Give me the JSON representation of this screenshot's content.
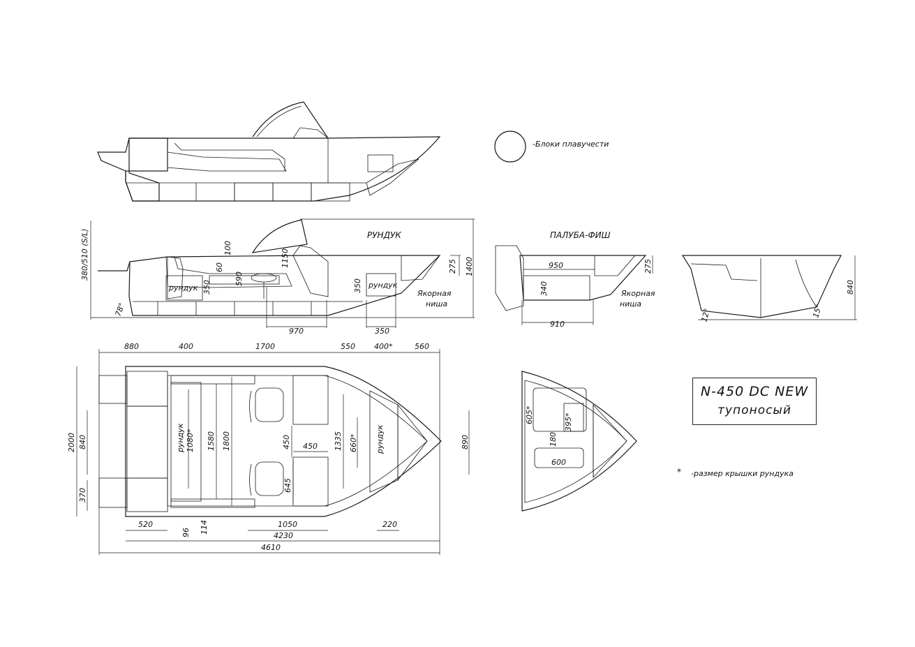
{
  "colors": {
    "orange": "#e0a21a",
    "brown": "#a9310c",
    "mint": "#c8f0c6",
    "cyan": "#39e0f0",
    "gray": "#bdbdbd",
    "light_gray": "#e6e6e6",
    "blue_seat": "#6fa8ea"
  },
  "title": {
    "model": "N-450 DC NEW",
    "variant": "тупоносый"
  },
  "legend": {
    "buoyancy_blocks": "-Блоки плавучести"
  },
  "footnote": {
    "star": "*",
    "text": "-размер крышки рундука"
  },
  "section_labels": {
    "rundyk_top": "РУНДУК",
    "paluba_fish": "ПАЛУБА-ФИШ",
    "rundyk_box": "рундук",
    "anchor_niche_1": "Якорная",
    "anchor_niche_2": "ниша"
  },
  "side_view_dims": {
    "vertical_left": "380/510 (S/L)",
    "d100": "100",
    "d60": "60",
    "d350": "350",
    "d590": "590",
    "d1150": "1150",
    "d275": "275",
    "d1400": "1400",
    "d970": "970",
    "d350b": "350",
    "angle_78": "78°"
  },
  "fish_view_dims": {
    "d950": "950",
    "d340": "340",
    "d910": "910",
    "d275": "275"
  },
  "transom_view_dims": {
    "d840": "840",
    "angle_12": "12°",
    "angle_15": "15°"
  },
  "plan_view_dims": {
    "top": [
      "880",
      "400",
      "1700",
      "550",
      "400*",
      "560"
    ],
    "d2000": "2000",
    "d840": "840",
    "d370": "370",
    "d1080": "1080*",
    "d1580": "1580",
    "d1800": "1800",
    "d450v": "450",
    "d450h": "450",
    "d1335": "1335",
    "d660": "660*",
    "d645": "645",
    "d890": "890",
    "d520": "520",
    "d96": "96",
    "d114": "114",
    "d1050": "1050",
    "d220": "220",
    "d4230": "4230",
    "d4610": "4610",
    "rundyk": "рундук"
  },
  "bow_plan_dims": {
    "d605": "605*",
    "d395": "395*",
    "d180": "180",
    "d600": "600"
  }
}
